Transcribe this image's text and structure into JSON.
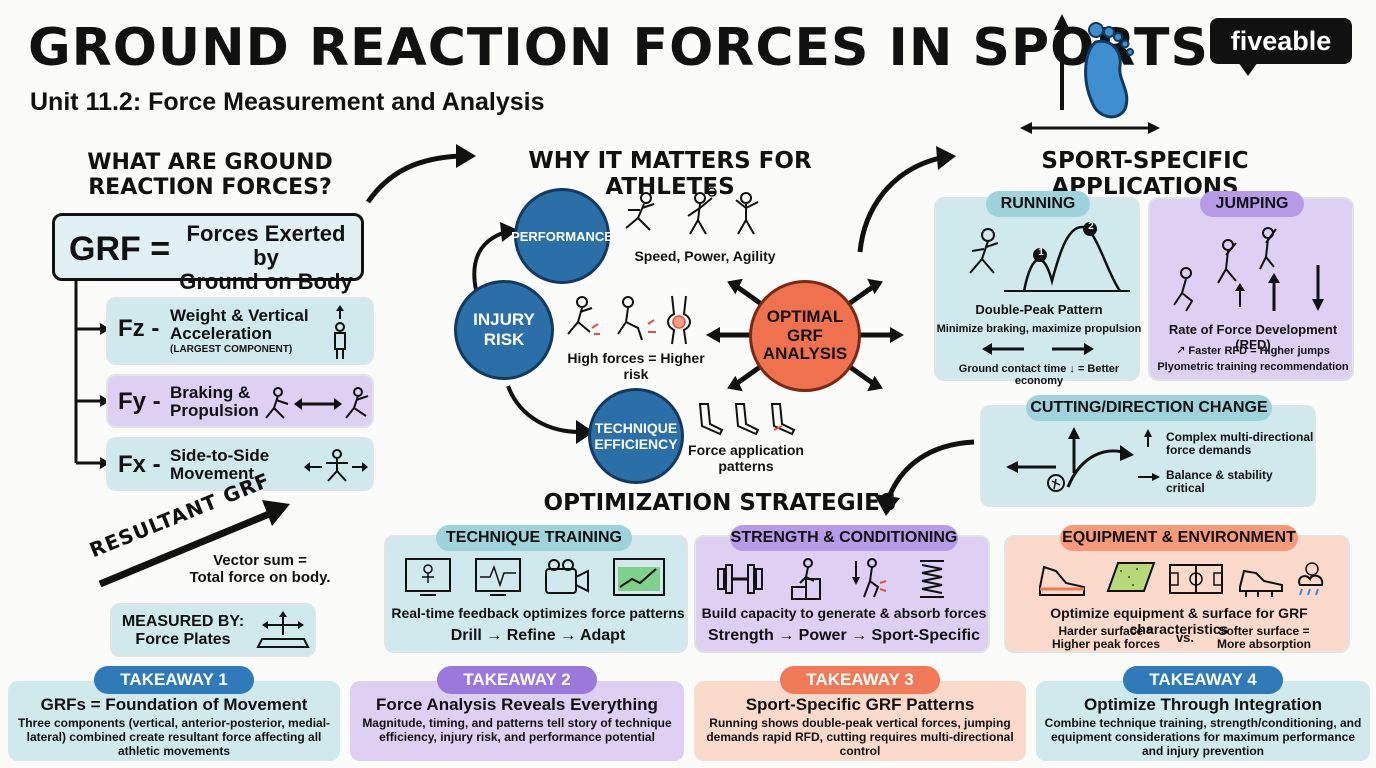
{
  "header": {
    "title": "GROUND REACTION FORCES IN SPORTS",
    "subtitle": "Unit 11.2: Force Measurement and Analysis",
    "brand": "fiveable"
  },
  "what": {
    "heading_line1": "WHAT ARE GROUND",
    "heading_line2": "REACTION FORCES?",
    "grf_abbr": "GRF =",
    "grf_def_line1": "Forces Exerted by",
    "grf_def_line2": "Ground on Body",
    "fz_label": "Fz -",
    "fz_text_line1": "Weight & Vertical",
    "fz_text_line2": "Acceleration",
    "fz_note": "(LARGEST COMPONENT)",
    "fy_label": "Fy -",
    "fy_text_line1": "Braking &",
    "fy_text_line2": "Propulsion",
    "fx_label": "Fx -",
    "fx_text_line1": "Side-to-Side",
    "fx_text_line2": "Movement",
    "resultant": "RESULTANT GRF",
    "vector_line1": "Vector sum =",
    "vector_line2": "Total force on body.",
    "measured_line1": "MEASURED BY:",
    "measured_line2": "Force Plates"
  },
  "why": {
    "heading": "WHY IT MATTERS FOR ATHLETES",
    "performance": "PERFORMANCE",
    "performance_caption": "Speed, Power, Agility",
    "injury_line1": "INJURY",
    "injury_line2": "RISK",
    "injury_caption": "High forces = Higher risk",
    "technique_line1": "TECHNIQUE",
    "technique_line2": "EFFICIENCY",
    "technique_caption_line1": "Force application",
    "technique_caption_line2": "patterns",
    "optimal_line1": "OPTIMAL",
    "optimal_line2": "GRF",
    "optimal_line3": "ANALYSIS"
  },
  "sport": {
    "heading": "SPORT-SPECIFIC APPLICATIONS",
    "running": {
      "label": "RUNNING",
      "peak1": "1",
      "peak2": "2",
      "pattern": "Double-Peak Pattern",
      "note": "Minimize braking, maximize propulsion",
      "contact": "Ground contact time ↓ = Better economy"
    },
    "jumping": {
      "label": "JUMPING",
      "rfd": "Rate of Force Development (RFD)",
      "note1": "Faster RFD = Higher jumps",
      "note2": "Plyometric training recommendation"
    },
    "cutting": {
      "label": "CUTTING/DIRECTION CHANGE",
      "note1_line1": "Complex multi-directional",
      "note1_line2": "force demands",
      "note2_line1": "Balance & stability",
      "note2_line2": "critical"
    }
  },
  "optimization": {
    "heading": "OPTIMIZATION STRATEGIES",
    "technique": {
      "label": "TECHNIQUE TRAINING",
      "caption": "Real-time feedback optimizes force patterns",
      "flow": "Drill → Refine → Adapt"
    },
    "strength": {
      "label": "STRENGTH & CONDITIONING",
      "caption": "Build capacity to generate & absorb forces",
      "flow": "Strength → Power → Sport-Specific"
    },
    "equipment": {
      "label": "EQUIPMENT & ENVIRONMENT",
      "caption": "Optimize equipment & surface for GRF characteristics",
      "harder_line1": "Harder surface =",
      "harder_line2": "Higher peak forces",
      "vs": "vs.",
      "softer_line1": "Softer surface =",
      "softer_line2": "More absorption"
    }
  },
  "takeaways": [
    {
      "label": "TAKEAWAY 1",
      "title": "GRFs = Foundation of Movement",
      "text": "Three components (vertical, anterior-posterior, medial-lateral) combined create resultant force affecting all athletic movements"
    },
    {
      "label": "TAKEAWAY 2",
      "title": "Force Analysis Reveals Everything",
      "text": "Magnitude, timing, and patterns tell story of technique efficiency, injury risk, and performance potential"
    },
    {
      "label": "TAKEAWAY 3",
      "title": "Sport-Specific GRF Patterns",
      "text": "Running shows double-peak vertical forces, jumping demands rapid RFD, cutting requires multi-directional control"
    },
    {
      "label": "TAKEAWAY 4",
      "title": "Optimize Through Integration",
      "text": "Combine technique training, strength/conditioning, and equipment considerations for maximum performance and injury prevention"
    }
  ],
  "colors": {
    "teal": "#cfe9ec",
    "purple": "#ddd0f3",
    "orange": "#fbd9cb",
    "circle_blue": "#2a6fa8",
    "optimal_orange": "#f0714d",
    "foot_blue": "#3d8fd0"
  }
}
